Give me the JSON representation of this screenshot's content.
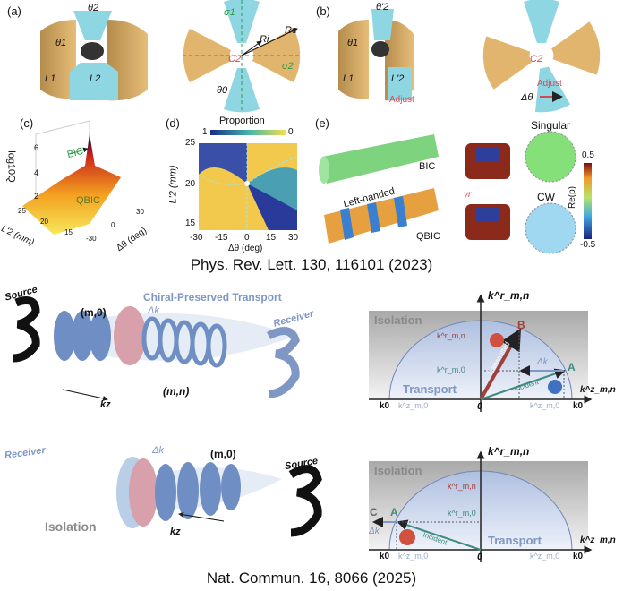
{
  "panel_a": {
    "label": "(a)",
    "theta1": "θ1",
    "theta2": "θ2",
    "L1": "L1",
    "L2": "L2",
    "sigma1": "σ1",
    "sigma2": "σ2",
    "Ri": "Ri",
    "Re": "Re",
    "C2": "C2",
    "theta0": "θ0"
  },
  "panel_b": {
    "label": "(b)",
    "theta1": "θ1",
    "theta2p": "θ'2",
    "L1": "L1",
    "L2p": "L'2",
    "adjust1": "Adjust",
    "adjust2": "Adjust",
    "C2": "C2",
    "dtheta": "Δθ"
  },
  "panel_c": {
    "label": "(c)",
    "zlabel": "log10Q",
    "bic": "BIC",
    "qbic": "QBIC",
    "zticks": [
      "6",
      "4",
      "2"
    ],
    "xlabel": "L'2 (mm)",
    "xticks": [
      "25",
      "20",
      "15"
    ],
    "ylabel": "Δθ (deg)",
    "yticks": [
      "30",
      "0",
      "-30"
    ]
  },
  "panel_d": {
    "label": "(d)",
    "colorbar_title": "Proportion",
    "cb_left": "1",
    "cb_right": "0",
    "ylabel": "L'2 (mm)",
    "yticks": [
      "25",
      "20",
      "15"
    ],
    "xlabel": "Δθ (deg)",
    "xticks": [
      "-30",
      "-15",
      "0",
      "15",
      "30"
    ]
  },
  "panel_e": {
    "label": "(e)",
    "bic": "BIC",
    "left_handed": "Left-handed",
    "qbic": "QBIC",
    "singular": "Singular",
    "cw": "CW",
    "cb_label": "Re(p)",
    "cb_max": "0.5",
    "cb_min": "-0.5",
    "gamma": "γr"
  },
  "citation1": "Phys. Rev. Lett. 130, 116101 (2023)",
  "transport": {
    "title": "Chiral-Preserved Transport",
    "source": "Source",
    "receiver": "Receiver",
    "m0": "(m,0)",
    "mn": "(m,n)",
    "dk": "Δk",
    "kz": "kz"
  },
  "isolation": {
    "title": "Isolation",
    "source": "Source",
    "receiver": "Receiver",
    "m0": "(m,0)",
    "dk": "Δk",
    "kz": "kz"
  },
  "graph1": {
    "isolation": "Isolation",
    "transport": "Transport",
    "yaxis": "k^r_m,n",
    "xaxis": "k^z_m,n",
    "kmn": "k^r_m,n",
    "km0": "k^r_m,0",
    "B": "B",
    "A": "A",
    "dk": "Δk",
    "transmitted": "Transmitted",
    "incident": "Incident",
    "origin": "0",
    "k0_left": "k0",
    "kz_m0_left": "k^z_m,0",
    "kz_m0_right": "k^z_m,0",
    "k0_right": "k0"
  },
  "graph2": {
    "isolation": "Isolation",
    "transport": "Transport",
    "yaxis": "k^r_m,n",
    "xaxis": "k^z_m,n",
    "kmn": "k^r_m,n",
    "km0": "k^r_m,0",
    "C": "C",
    "A": "A",
    "dk": "Δk",
    "incident": "Incident",
    "origin": "0",
    "k0_left": "k0",
    "kz_m0_left": "k^z_m,0",
    "kz_m0_right": "k^z_m,0",
    "k0_right": "k0"
  },
  "citation2": "Nat. Commun. 16, 8066 (2025)",
  "colors": {
    "tan": "#e2b56f",
    "cyan": "#8fd6e3",
    "chiral_blue": "#7f97c4",
    "isolation_grey": "#bdbdbd"
  }
}
